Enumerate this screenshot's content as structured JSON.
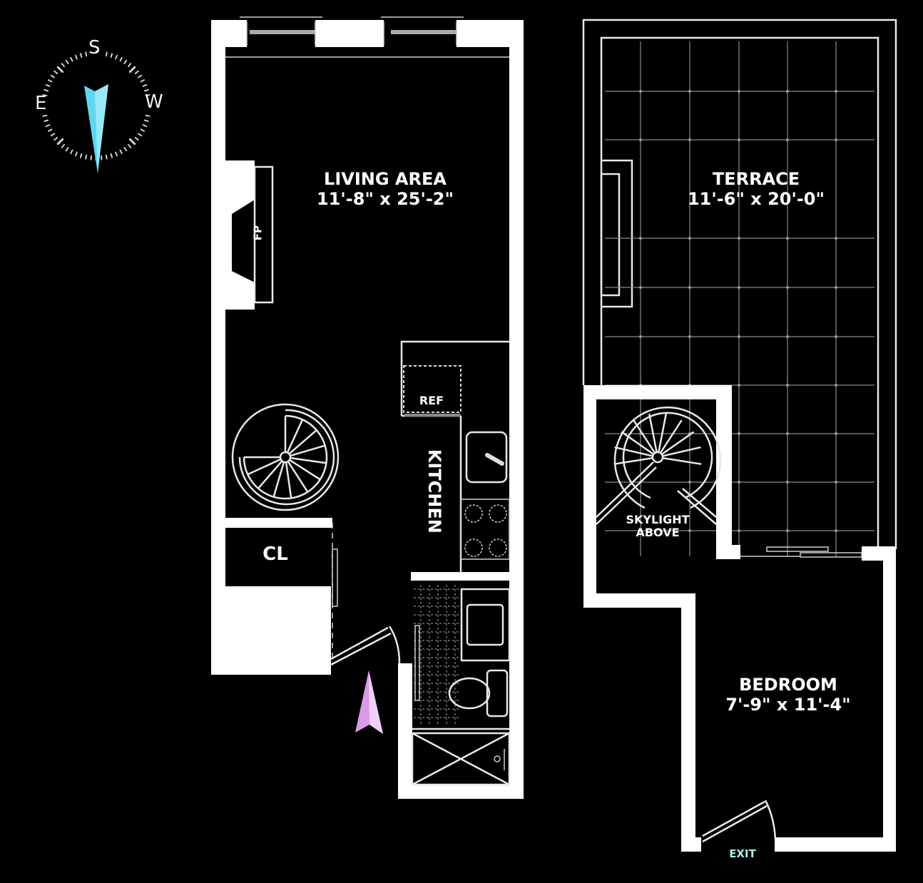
{
  "compass": {
    "letters": {
      "top": "S",
      "left": "E",
      "right": "W"
    },
    "needle_color": "#66e0f0"
  },
  "rooms": {
    "living": {
      "name": "LIVING AREA",
      "dimensions": "11'-8\" x 25'-2\""
    },
    "terrace": {
      "name": "TERRACE",
      "dimensions": "11'-6\" x 20'-0\""
    },
    "bedroom": {
      "name": "BEDROOM",
      "dimensions": "7'-9\" x 11'-4\""
    },
    "kitchen": {
      "name": "KITCHEN"
    },
    "closet": {
      "name": "CL"
    },
    "fireplace": {
      "name": "FP"
    },
    "refrigerator": {
      "name": "REF"
    },
    "skylight": {
      "line1": "SKYLIGHT",
      "line2": "ABOVE"
    }
  },
  "exit": {
    "label": "EXIT",
    "color": "#a8f0e8"
  },
  "entry_marker": {
    "color": "#e6a8f0"
  },
  "colors": {
    "background": "#000000",
    "walls": "#ffffff",
    "grid": "#8a8a8a"
  }
}
